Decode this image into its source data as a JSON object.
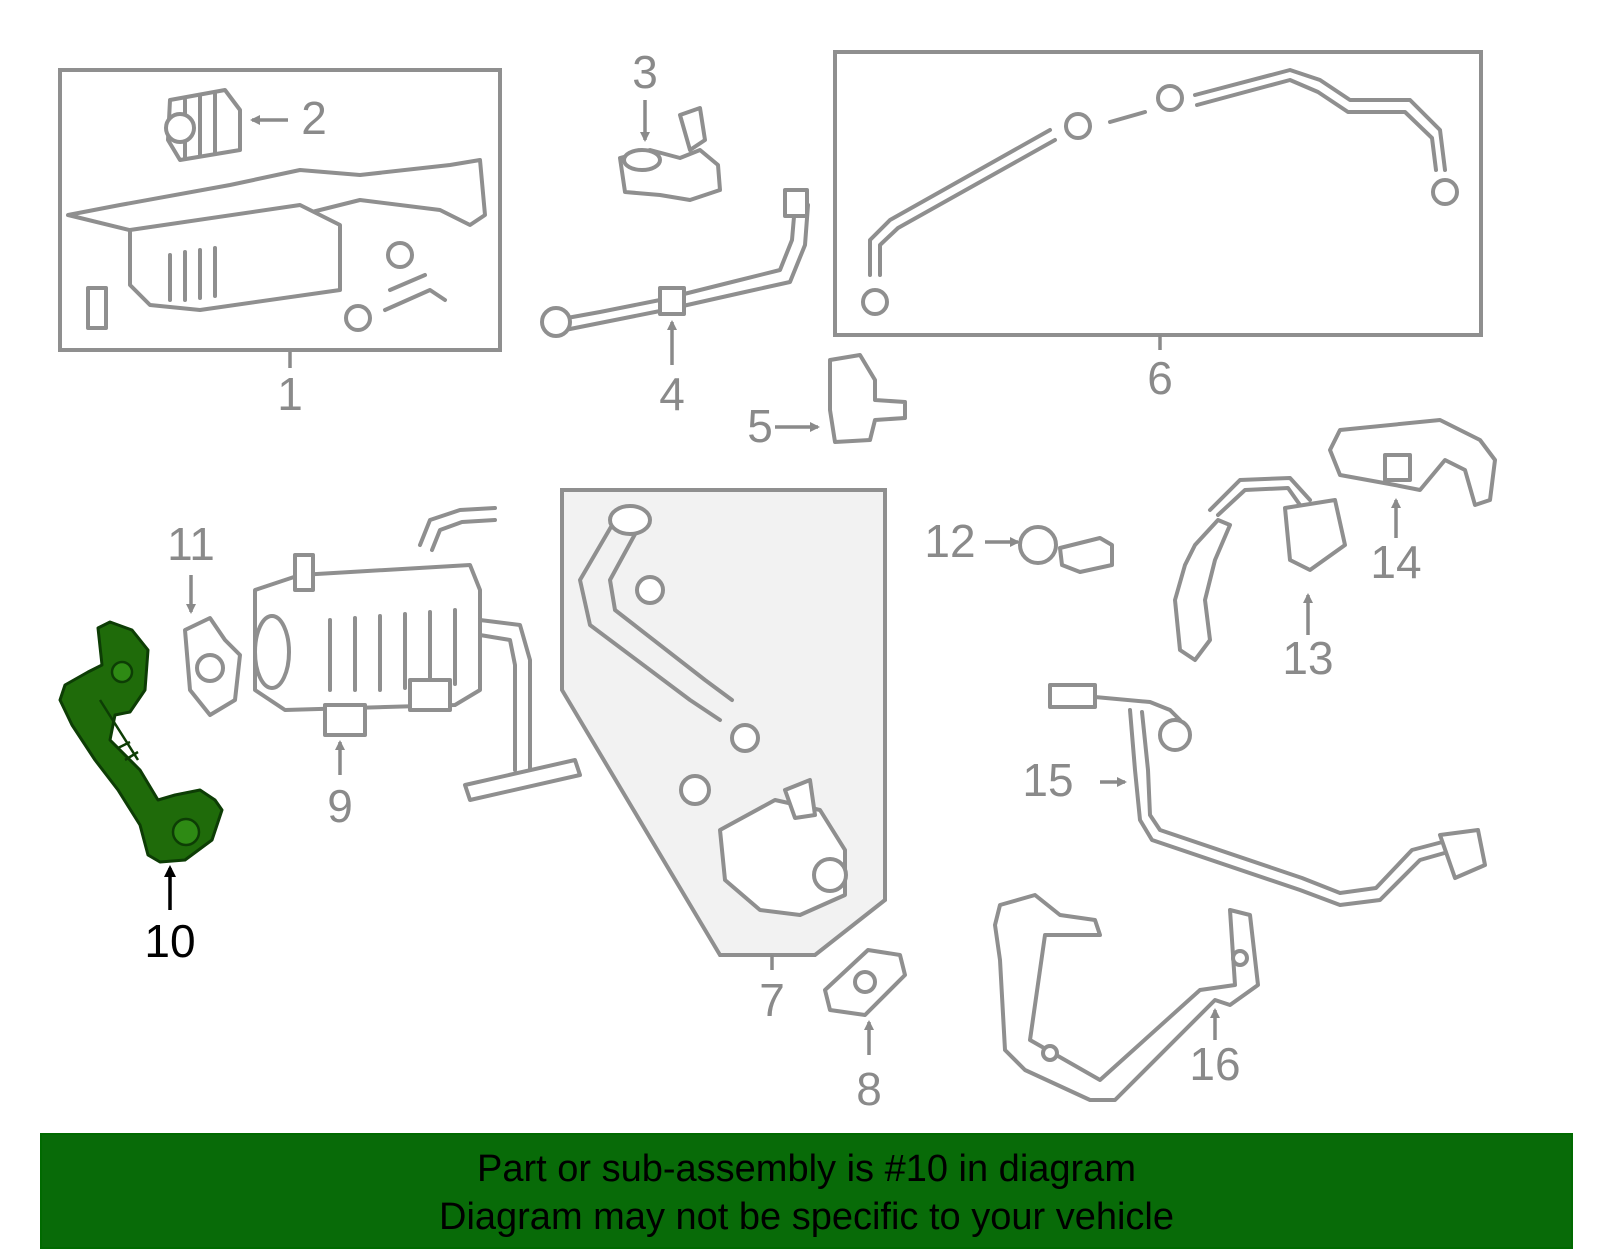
{
  "diagram": {
    "highlight_color": "#1f6b0a",
    "callout_color": "#8a8a8a",
    "selected_part": "10",
    "callouts": [
      "1",
      "2",
      "3",
      "4",
      "5",
      "6",
      "7",
      "8",
      "9",
      "10",
      "11",
      "12",
      "13",
      "14",
      "15",
      "16"
    ]
  },
  "banner": {
    "background": "#086b08",
    "line1": "Part or sub-assembly is #10 in diagram",
    "line2": "Diagram may not be specific to your vehicle"
  }
}
